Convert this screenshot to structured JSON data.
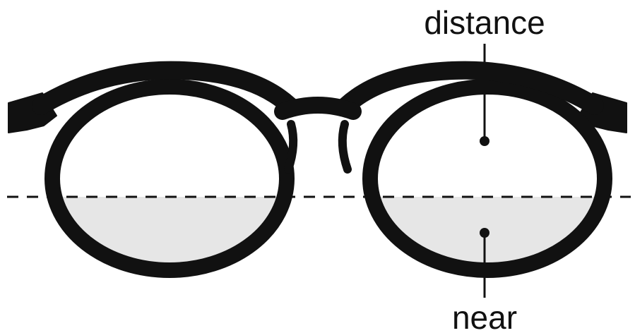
{
  "labels": {
    "distance": "distance",
    "near": "near"
  },
  "colors": {
    "frame": "#111111",
    "lens_lower_zone": "#e6e6e6",
    "divider_line": "#111111",
    "background": "#ffffff"
  },
  "icons": {
    "frame": "eyeglasses-frame"
  }
}
